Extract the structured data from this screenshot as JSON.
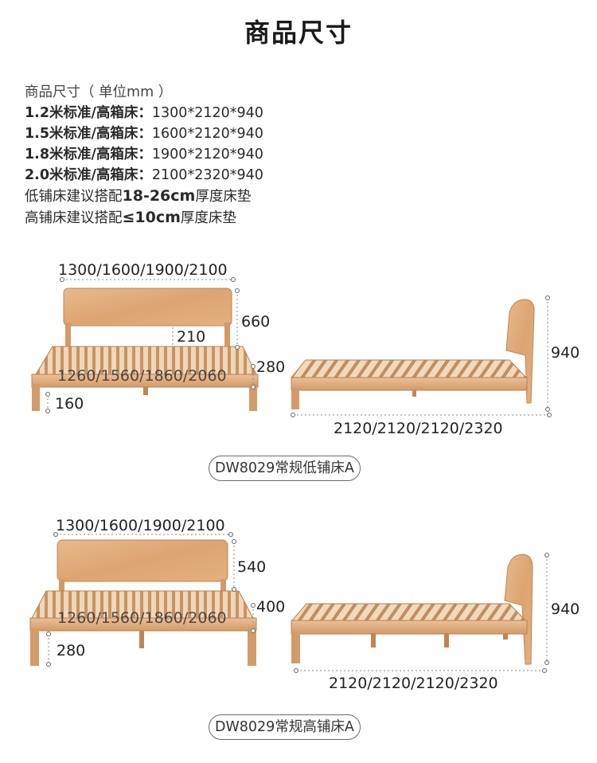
{
  "page": {
    "title": "商品尺寸"
  },
  "specs": {
    "heading": "商品尺寸（ 单位mm ）",
    "lines": [
      {
        "prefix": "1.2米标准/高箱床：",
        "value": "1300*2120*940"
      },
      {
        "prefix": "1.5米标准/高箱床：",
        "value": "1600*2120*940"
      },
      {
        "prefix": "1.8米标准/高箱床：",
        "value": "1900*2120*940"
      },
      {
        "prefix": "2.0米标准/高箱床：",
        "value": "2100*2320*940"
      }
    ],
    "mattress_low": {
      "before": "低铺床建议搭配",
      "value": "18-26cm",
      "after": "厚度床垫"
    },
    "mattress_high": {
      "before": "高铺床建议搭配",
      "value": "≤10cm",
      "after": "厚度床垫"
    }
  },
  "low_bed": {
    "width_label": "1300/1600/1900/2100",
    "headboard_height": "660",
    "gap_height": "210",
    "inner_width": "1260/1560/1860/2060",
    "frame_height": "280",
    "clearance": "160",
    "total_height": "940",
    "length_label": "2120/2120/2120/2320",
    "model_name": "DW8029常规低铺床A"
  },
  "high_bed": {
    "width_label": "1300/1600/1900/2100",
    "headboard_height": "540",
    "inner_width": "1260/1560/1860/2060",
    "frame_height": "400",
    "clearance": "280",
    "total_height": "940",
    "length_label": "2120/2120/2120/2320",
    "model_name": "DW8029常规高铺床A"
  },
  "colors": {
    "wood_light": "#e8b98a",
    "wood_mid": "#d9a06a",
    "wood_dark": "#c08552",
    "dim_line": "#888888"
  }
}
